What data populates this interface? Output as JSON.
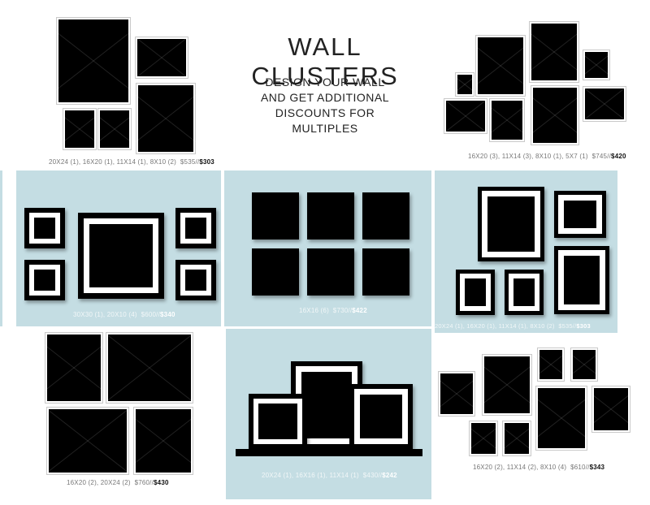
{
  "header": {
    "title": "WALL CLUSTERS",
    "subtitle_lines": [
      "DESIGN YOUR WALL",
      "AND GET ADDITIONAL",
      "DISCOUNTS FOR",
      "MULTIPLES"
    ]
  },
  "colors": {
    "panel_bg": "#c4dde3",
    "frame": "#000000",
    "mat": "#ffffff"
  },
  "clusters": [
    {
      "sizes": "20X24 (1), 16X20 (1), 11X14 (1), 8X10 (2)",
      "price": "$535//",
      "sale": "$303"
    },
    {
      "sizes": "16X20 (3), 11X14 (3), 8X10 (1), 5X7 (1)",
      "price": "$745//",
      "sale": "$420"
    },
    {
      "sizes": "30X30 (1), 20X10 (4)",
      "price": "$600//",
      "sale": "$340"
    },
    {
      "sizes": "16X16 (6)",
      "price": "$730//",
      "sale": "$422"
    },
    {
      "sizes": "20X24 (1), 16X20 (1), 11X14 (1), 8X10 (2)",
      "price": "$535//",
      "sale": "$303"
    },
    {
      "sizes": "16X20 (2), 20X24 (2)",
      "price": "$760//",
      "sale": "$430"
    },
    {
      "sizes": "20X24 (1), 16X16 (1), 11X14 (1)",
      "price": "$430//",
      "sale": "$242"
    },
    {
      "sizes": "16X20 (2), 11X14 (2), 8X10 (4)",
      "price": "$610//",
      "sale": "$343"
    }
  ]
}
